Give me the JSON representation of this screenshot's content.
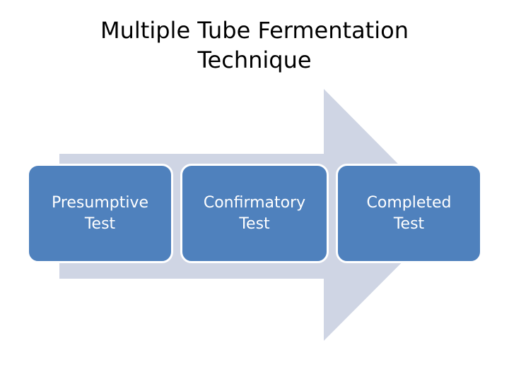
{
  "slide": {
    "background_color": "#FFFFFF",
    "title": "Multiple Tube Fermentation\nTechnique",
    "title_color": "#000000"
  },
  "arrow": {
    "name": "right-arrow-process",
    "fill_color": "#CFD5E4",
    "direction": "right"
  },
  "stages": [
    {
      "label": "Presumptive\nTest",
      "order": 1,
      "fill_color": "#4F81BD",
      "text_color": "#FFFFFF",
      "border_color": "#FFFFFF"
    },
    {
      "label": "Confirmatory\nTest",
      "order": 2,
      "fill_color": "#4F81BD",
      "text_color": "#FFFFFF",
      "border_color": "#FFFFFF"
    },
    {
      "label": "Completed\nTest",
      "order": 3,
      "fill_color": "#4F81BD",
      "text_color": "#FFFFFF",
      "border_color": "#FFFFFF"
    }
  ]
}
